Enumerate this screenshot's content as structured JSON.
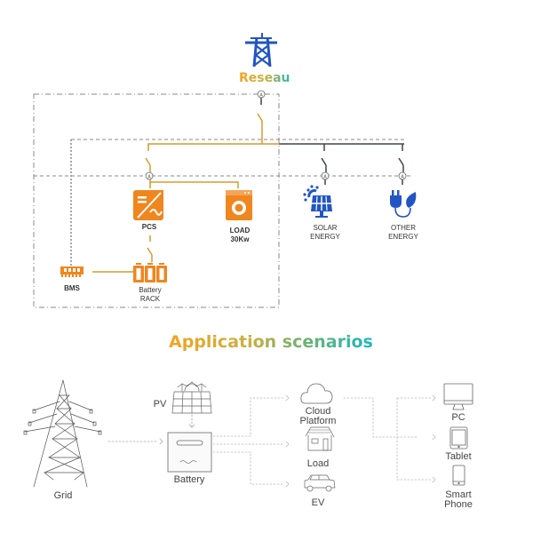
{
  "top_diagram": {
    "title": "Reseau",
    "nodes": {
      "pcs": {
        "label": "PCS",
        "icon": "inverter-icon"
      },
      "load": {
        "label_line1": "LOAD",
        "label_line2": "30Kw",
        "icon": "washing-machine-icon"
      },
      "solar": {
        "label_line1": "SOLAR",
        "label_line2": "ENERGY",
        "icon": "solar-panel-icon"
      },
      "other": {
        "label_line1": "OTHER",
        "label_line2": "ENERGY",
        "icon": "plug-leaf-icon"
      },
      "bms": {
        "label": "BMS",
        "icon": "memory-module-icon"
      },
      "battery_rack": {
        "label_line1": "Battery",
        "label_line2": "RACK",
        "icon": "battery-rack-icon"
      }
    },
    "meter_symbol": "A",
    "colors": {
      "orange": "#f0861e",
      "line_orange": "#d89a2c",
      "blue": "#2255c4",
      "dark_line": "#3d4550",
      "dash": "#8a8a8a"
    }
  },
  "section_title": "Application scenarios",
  "bottom_diagram": {
    "grid": "Grid",
    "pv": "PV",
    "battery": "Battery",
    "cloud": {
      "line1": "Cloud",
      "line2": "Platform"
    },
    "load": "Load",
    "ev": "EV",
    "pc": "PC",
    "tablet": "Tablet",
    "phone": {
      "line1": "Smart",
      "line2": "Phone"
    }
  }
}
